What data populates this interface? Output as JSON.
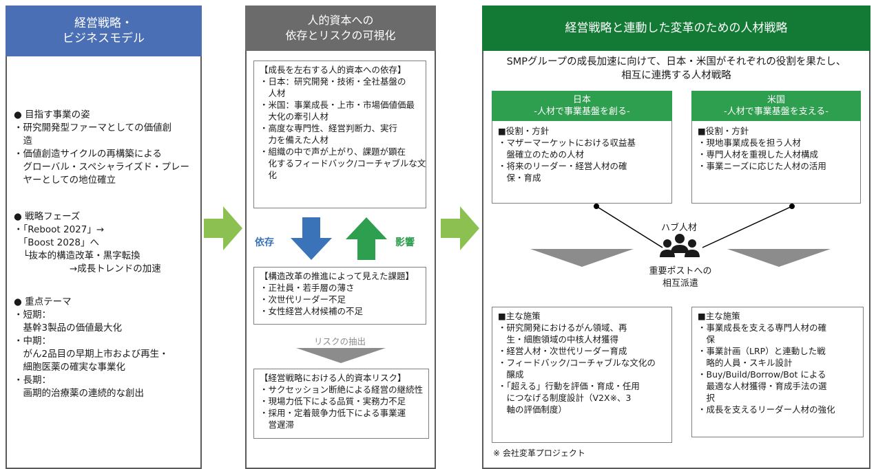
{
  "col1": {
    "header": [
      "経営戦略・",
      "ビジネスモデル"
    ],
    "header_color": "#4a6fb5",
    "sections": [
      {
        "title": "● 目指す事業の姿",
        "lines": [
          "・研究開発型ファーマとしての価値創",
          "　造",
          "・価値創造サイクルの再構築による",
          "　グローバル・スペシャライズド・プレー",
          "　ヤーとしての地位確立"
        ]
      },
      {
        "title": "● 戦略フェーズ",
        "lines": [
          "・「Reboot 2027」→",
          "　「Boost 2028」へ",
          "　└抜本的構造改革・黒字転換",
          "　　　　　　→成長トレンドの加速"
        ]
      },
      {
        "title": "● 重点テーマ",
        "lines": [
          "・短期：",
          "　基幹3製品の価値最大化",
          "・中期：",
          "　がん2品目の早期上市および再生・",
          "　細胞医薬の確実な事業化",
          "・長期：",
          "　画期的治療薬の連続的な創出"
        ]
      }
    ]
  },
  "col2": {
    "header": [
      "人的資本への",
      "依存とリスクの可視化"
    ],
    "header_color": "#6b6b6b",
    "box1": [
      "【成長を左右する人的資本への依存】",
      "・日本：研究開発・技術・全社基盤の",
      "　人材",
      "・米国：事業成長・上市・市場価値価最",
      "　大化の牽引人材",
      "・高度な専門性、経営判断力、実行",
      "　力を備えた人材",
      "・組織の中で声が上がり、課題が顕在",
      "　化するフィードバック/コーチャブルな文",
      "　化"
    ],
    "label_left": "依存",
    "label_right": "影響",
    "arrow_down_color": "#3b73b9",
    "arrow_up_color": "#2e9e4f",
    "box2": [
      "【構造改革の推進によって見えた課題】",
      "・正社員・若手層の薄さ",
      "・次世代リーダー不足",
      "・女性経営人材候補の不足"
    ],
    "extract_label": "リスクの抽出",
    "box3": [
      "【経営戦略における人的資本リスク】",
      "・サクセッション断絶による経営の継続性",
      "・現場力低下による品質・実務力不足",
      "・採用・定着競争力低下による事業運",
      "　営遅滞"
    ]
  },
  "col3": {
    "header": "経営戦略と連動した変革のための人材戦略",
    "header_color": "#137a35",
    "intro": [
      "SMPグループの成長加速に向けて、日本・米国がそれぞれの役割を果たし、",
      "相互に連携する人材戦略"
    ],
    "japan": {
      "title": [
        "日本",
        "-人材で事業基盤を創る-"
      ],
      "body": [
        "■役割・方針",
        "・マザーマーケットにおける収益基",
        "　盤確立のための人材",
        "・将来のリーダー・経営人材の確",
        "　保・育成"
      ]
    },
    "us": {
      "title": [
        "米国",
        "-人材で事業基盤を支える-"
      ],
      "body": [
        "■役割・方針",
        "・現地事業成長を担う人材",
        "・専門人材を重視した人材構成",
        "・事業ニーズに応じた人材の活用"
      ]
    },
    "hub_label": "ハブ人材",
    "hub_caption": [
      "重要ポストへの",
      "相互派遣"
    ],
    "japan_measures": [
      "■主な施策",
      "・研究開発におけるがん領域、再",
      "　生・細胞領域の中核人材獲得",
      "・経営人材・次世代リーダー育成",
      "・フィードバック/コーチャブルな文化の",
      "　醸成",
      "・「超える」行動を評価・育成・任用",
      "　につなげる制度設計（V2X※、3",
      "　軸の評価制度）"
    ],
    "us_measures": [
      "■主な施策",
      "・事業成長を支える専門人材の確",
      "　保",
      "・事業計画（LRP）と連動した戦",
      "　略的人員・スキル設計",
      "・Buy/Build/Borrow/Bot による",
      "　最適な人材獲得・育成手法の選",
      "　択",
      "・成長を支えるリーダー人材の強化"
    ],
    "footnote": "※ 会社変革プロジェクト"
  },
  "colors": {
    "green_arrow": "#8cc152",
    "green_title": "#2e9e4f",
    "triangle_gray": "#8c8c8c"
  }
}
